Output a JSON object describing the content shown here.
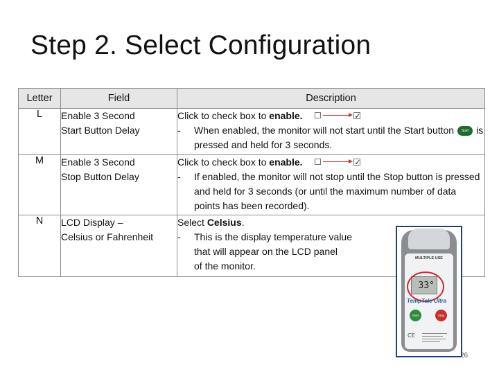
{
  "slide": {
    "title": "Step 2. Select Configuration",
    "page_number": "26"
  },
  "table": {
    "headers": {
      "letter": "Letter",
      "field": "Field",
      "description": "Description"
    },
    "rows": [
      {
        "letter": "L",
        "field_line1": "Enable 3 Second",
        "field_line2": "Start Button Delay",
        "click_prefix": "Click to check box to ",
        "click_bold": "enable.",
        "bullet_dash": "-",
        "bullet_part1": "When enabled, the monitor will not start until the Start button",
        "bullet_button_label": "Start",
        "bullet_part2": "is pressed and held for 3 seconds."
      },
      {
        "letter": "M",
        "field_line1": "Enable 3 Second",
        "field_line2": "Stop Button Delay",
        "click_prefix": "Click to check box to ",
        "click_bold": "enable.",
        "bullet_dash": "-",
        "bullet_text": "If enabled, the monitor will not stop until the Stop button is pressed and held for 3 seconds (or until the maximum number of data points has been recorded)."
      },
      {
        "letter": "N",
        "field_line1": "LCD Display –",
        "field_line2": "Celsius or Fahrenheit",
        "select_prefix": "Select ",
        "select_bold": "Celsius",
        "select_suffix": ".",
        "bullet_dash": "-",
        "bullet_line1": "This is the display temperature value",
        "bullet_line2": "that will appear on the LCD panel",
        "bullet_line3": "of the monitor."
      }
    ]
  },
  "device_photo": {
    "label": "MULTIPLE USE",
    "lcd_reading": "33°",
    "brand": "TempTale Ultra",
    "start_label": "Start",
    "stop_label": "Stop",
    "ring_color": "#d3262a"
  },
  "colors": {
    "header_bg": "#e6e6e6",
    "arrow": "#c0392b",
    "photo_border": "#1f3f80"
  }
}
